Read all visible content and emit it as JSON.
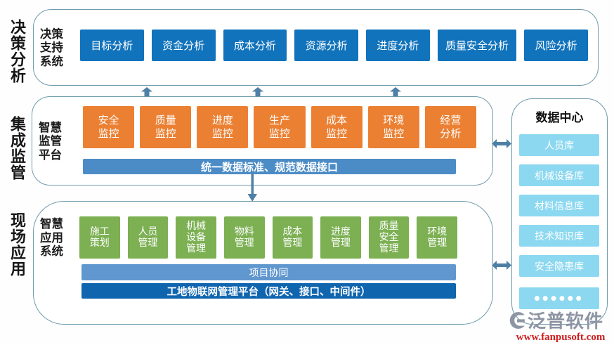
{
  "left_rail": {
    "labels": [
      "决策分析",
      "集成监管",
      "现场应用"
    ]
  },
  "decision": {
    "label": "决策\n支持\n系统",
    "boxes": [
      "目标分析",
      "资金分析",
      "成本分析",
      "资源分析",
      "进度分析",
      "质量安全分析",
      "风险分析"
    ]
  },
  "supervision": {
    "label": "智慧\n监管\n平台",
    "boxes": [
      "安全\n监控",
      "质量\n监控",
      "进度\n监控",
      "生产\n监控",
      "成本\n监控",
      "环境\n监控",
      "经营\n分析"
    ],
    "data_bar": "统一数据标准、规范数据接口"
  },
  "application": {
    "label": "智慧\n应用\n系统",
    "boxes": [
      "施工\n策划",
      "人员\n管理",
      "机械\n设备\n管理",
      "物料\n管理",
      "成本\n管理",
      "进度\n管理",
      "质量\n安全\n管理",
      "环境\n管理"
    ],
    "collab_bar": "项目协同",
    "iot_bar": "工地物联网管理平台（网关、接口、中间件）"
  },
  "data_center": {
    "title": "数据中心",
    "boxes": [
      "人员库",
      "机械设备库",
      "材料信息库",
      "技术知识库",
      "安全隐患库",
      "●●●●●●"
    ]
  },
  "watermark": {
    "name": "泛普软件",
    "url": "www.fanpusoft.com"
  },
  "colors": {
    "blue_box": "#1173bc",
    "orange_box": "#eb8033",
    "green_box": "#7cb053",
    "light_blue_box": "#8cd8f0",
    "data_bar": "#4c8cc6",
    "collab_bar": "#6097ce",
    "iot_bar": "#1065af",
    "panel_border": "#6f9aab",
    "arrow": "#4e80a6",
    "watermark_red": "#cf2020"
  }
}
